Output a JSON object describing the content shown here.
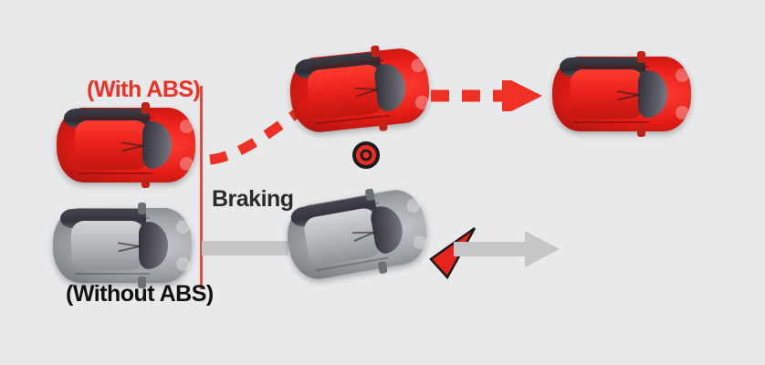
{
  "diagram": {
    "title": "ABS braking comparison diagram",
    "background_color": "#e8e9ea",
    "labels": {
      "with_abs": "(With ABS)",
      "without_abs": "(Without ABS)",
      "braking": "Braking"
    },
    "colors": {
      "accent_red": "#ee3124",
      "line_red": "#f0453a",
      "arrow_gray": "#c4c6c8",
      "text_dark": "#111111",
      "braking_text": "#2b2b2b"
    },
    "rows": [
      {
        "name": "with-abs-row",
        "label": "(With ABS)",
        "vehicle_color": "red",
        "path_style": "dashed-curved",
        "outcome": "steers around obstacle and continues",
        "stages": [
          "braking start",
          "swerving around obstacle",
          "continues straight"
        ]
      },
      {
        "name": "without-abs-row",
        "label": "(Without ABS)",
        "vehicle_color": "gray",
        "path_style": "solid-straight",
        "outcome": "skids, cannot steer, collides",
        "stages": [
          "braking start",
          "skidding / loss of steering",
          "continues skidding"
        ]
      }
    ],
    "markers": {
      "obstacle": "obstacle-marker",
      "collision": "collision-indicator"
    },
    "reference_line": {
      "name": "braking-line",
      "label": "Braking",
      "color": "#f0453a"
    }
  }
}
